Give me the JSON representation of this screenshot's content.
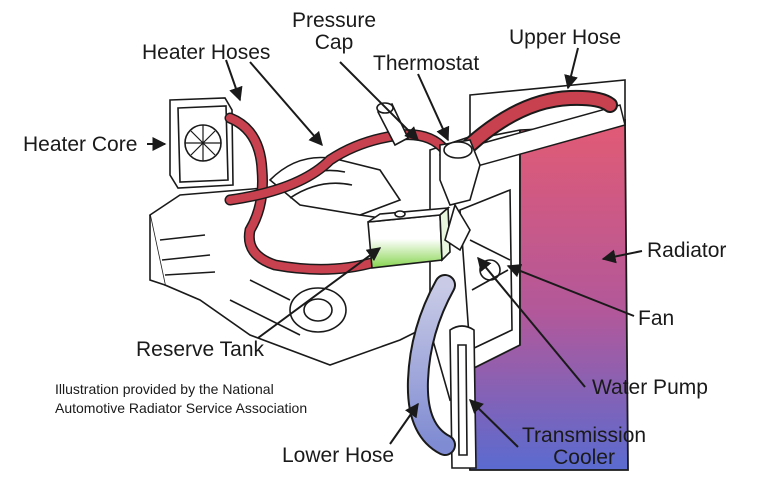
{
  "labels": {
    "pressure_cap_line1": "Pressure",
    "pressure_cap_line2": "Cap",
    "heater_hoses": "Heater Hoses",
    "thermostat": "Thermostat",
    "upper_hose": "Upper Hose",
    "heater_core": "Heater Core",
    "radiator": "Radiator",
    "fan": "Fan",
    "reserve_tank": "Reserve Tank",
    "water_pump": "Water Pump",
    "lower_hose": "Lower Hose",
    "transmission_cooler_line1": "Transmission",
    "transmission_cooler_line2": "Cooler"
  },
  "credit": {
    "line1": "Illustration provided by the National",
    "line2": "Automotive Radiator Service Association"
  },
  "colors": {
    "hose_red": "#c8414f",
    "radiator_top": "#e0506a",
    "radiator_bottom": "#5b6fcc",
    "lower_hose_blue": "#8c9ad6",
    "reserve_tank_green": "#8fd15a",
    "outline": "#1a1a1a"
  }
}
